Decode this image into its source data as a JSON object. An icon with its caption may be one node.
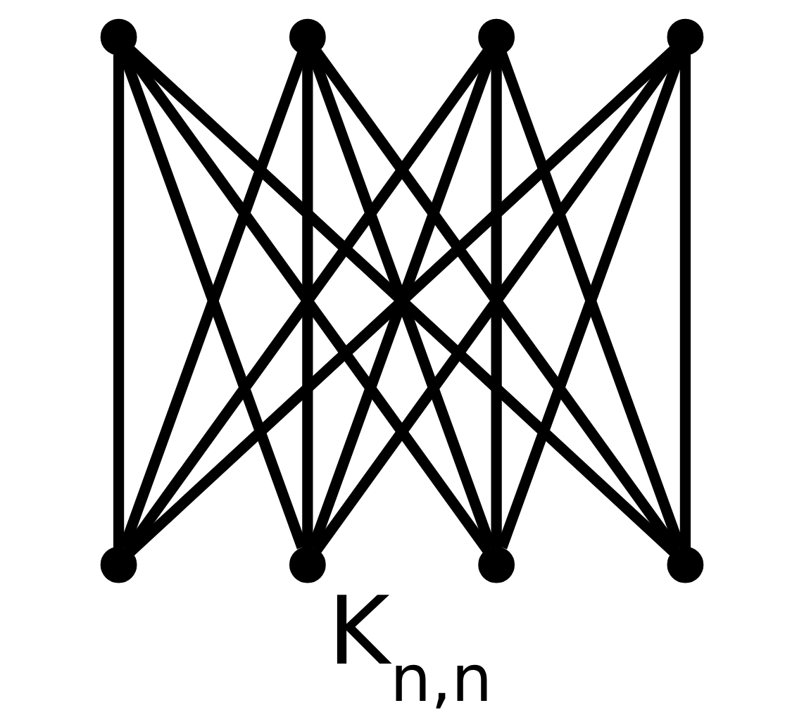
{
  "diagram": {
    "caption": "K$_{n,n}$",
    "nodes": [
      {
        "text": [],
        "shape": "circle"
      },
      {
        "text": [],
        "shape": "circle"
      },
      {
        "text": [],
        "shape": "circle"
      },
      {
        "text": [],
        "shape": "circle"
      },
      {
        "text": [],
        "shape": "circle"
      },
      {
        "text": [],
        "shape": "circle"
      },
      {
        "text": [],
        "shape": "circle"
      },
      {
        "text": [],
        "shape": "circle"
      }
    ],
    "edges": [
      {
        "from": 0,
        "to": 4,
        "arrow": "none"
      },
      {
        "from": 0,
        "to": 5,
        "arrow": "none"
      },
      {
        "from": 0,
        "to": 6,
        "arrow": "none"
      },
      {
        "from": 0,
        "to": 7,
        "arrow": "none"
      },
      {
        "from": 1,
        "to": 4,
        "arrow": "none"
      },
      {
        "from": 1,
        "to": 5,
        "arrow": "none"
      },
      {
        "from": 1,
        "to": 6,
        "arrow": "none"
      },
      {
        "from": 1,
        "to": 7,
        "arrow": "none"
      },
      {
        "from": 2,
        "to": 4,
        "arrow": "none"
      },
      {
        "from": 2,
        "to": 5,
        "arrow": "none"
      },
      {
        "from": 2,
        "to": 6,
        "arrow": "none"
      },
      {
        "from": 2,
        "to": 7,
        "arrow": "none"
      },
      {
        "from": 3,
        "to": 4,
        "arrow": "none"
      },
      {
        "from": 3,
        "to": 5,
        "arrow": "none"
      },
      {
        "from": 3,
        "to": 6,
        "arrow": "none"
      },
      {
        "from": 3,
        "to": 7,
        "arrow": "none"
      }
    ]
  }
}
